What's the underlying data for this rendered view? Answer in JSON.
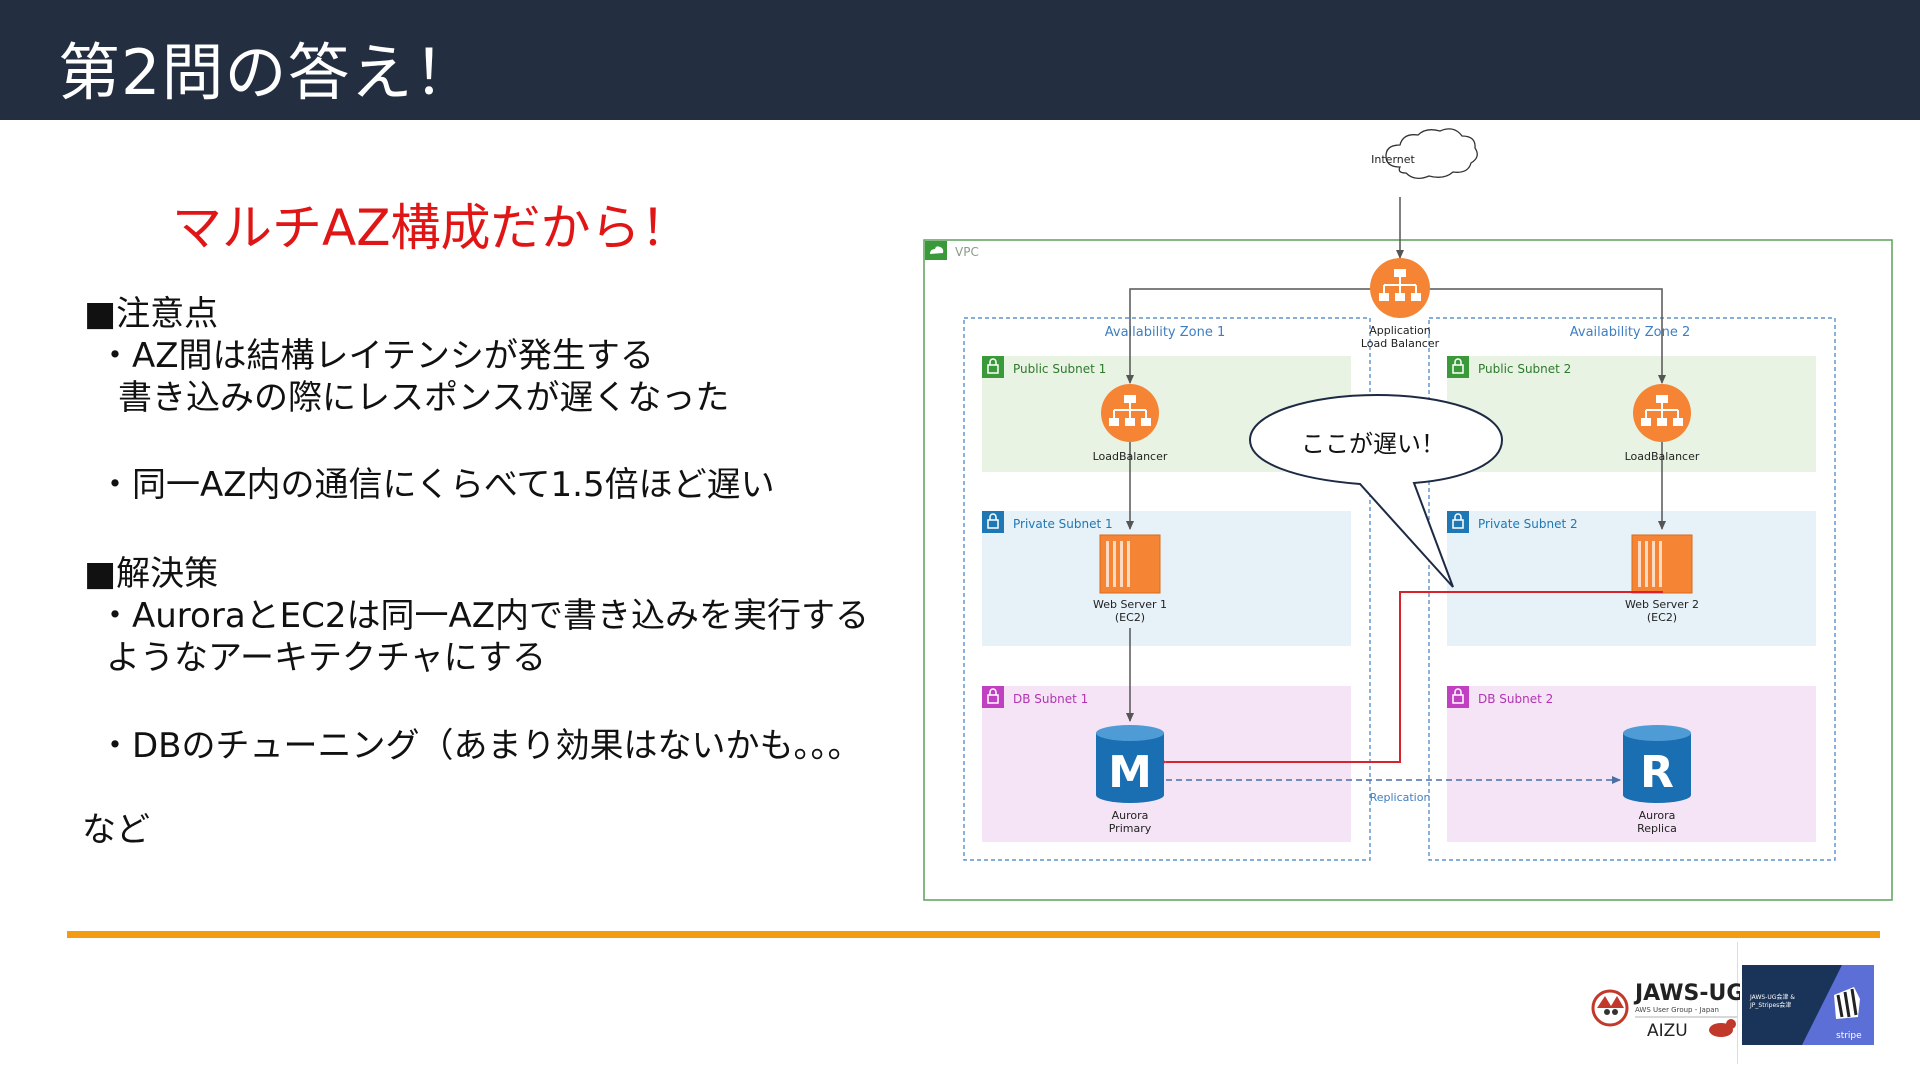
{
  "header": {
    "title": "第2問の答え！"
  },
  "subtitle": "マルチAZ構成だから！",
  "notes": {
    "caution_heading": "■注意点",
    "caution_line1": "・AZ間は結構レイテンシが発生する",
    "caution_line2": "書き込みの際にレスポンスが遅くなった",
    "caution_line3": "・同一AZ内の通信にくらべて1.5倍ほど遅い",
    "solution_heading": "■解決策",
    "solution_line1": "・AuroraとEC2は同一AZ内で書き込みを実行する",
    "solution_line2": "ようなアーキテクチャにする",
    "solution_line3": "・DBのチューニング（あまり効果はないかも。。。",
    "etc": "など"
  },
  "diagram": {
    "internet": "Internet",
    "vpc": "VPC",
    "alb_line1": "Application",
    "alb_line2": "Load Balancer",
    "az1": "Availability Zone 1",
    "az2": "Availability Zone 2",
    "public_subnet1": "Public Subnet 1",
    "public_subnet2": "Public Subnet 2",
    "private_subnet1": "Private Subnet 1",
    "private_subnet2": "Private Subnet 2",
    "db_subnet1": "DB Subnet 1",
    "db_subnet2": "DB Subnet 2",
    "lb1": "LoadBalancer",
    "lb2": "LoadBalancer",
    "web1_line1": "Web Server 1",
    "web1_line2": "(EC2)",
    "web2_line1": "Web Server 2",
    "web2_line2": "(EC2)",
    "primary_letter": "M",
    "replica_letter": "R",
    "primary_line1": "Aurora",
    "primary_line2": "Primary",
    "replica_line1": "Aurora",
    "replica_line2": "Replica",
    "replication": "Replication",
    "callout": "ここが遅い！"
  },
  "footer": {
    "jaws_title": "JAWS-UG",
    "jaws_sub": "AWS User Group - Japan",
    "jaws_branch": "AIZU",
    "stripe_line1": "JAWS-UG会津 &",
    "stripe_line2": "JP_Stripes会津",
    "stripe_word": "stripe"
  },
  "colors": {
    "header_bg": "#232f40",
    "accent_red": "#e01616",
    "accent_orange": "#f39c12",
    "aws_orange": "#f58534",
    "aurora_blue": "#1a6fb3"
  }
}
